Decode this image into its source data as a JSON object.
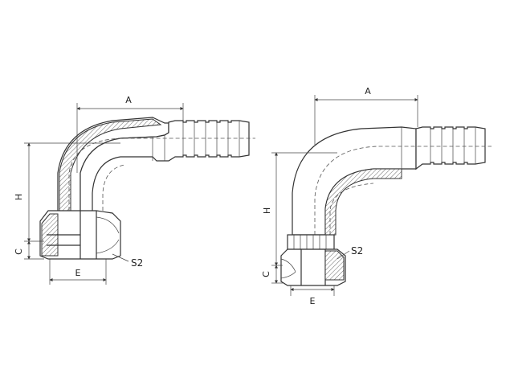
{
  "fittings": [
    {
      "id": "left",
      "labels": {
        "a": "A",
        "h": "H",
        "c": "C",
        "e": "E",
        "s2": "S2"
      }
    },
    {
      "id": "right",
      "labels": {
        "a": "A",
        "h": "H",
        "c": "C",
        "e": "E",
        "s2": "S2"
      }
    }
  ],
  "colors": {
    "line": "#333333",
    "background": "#ffffff"
  }
}
